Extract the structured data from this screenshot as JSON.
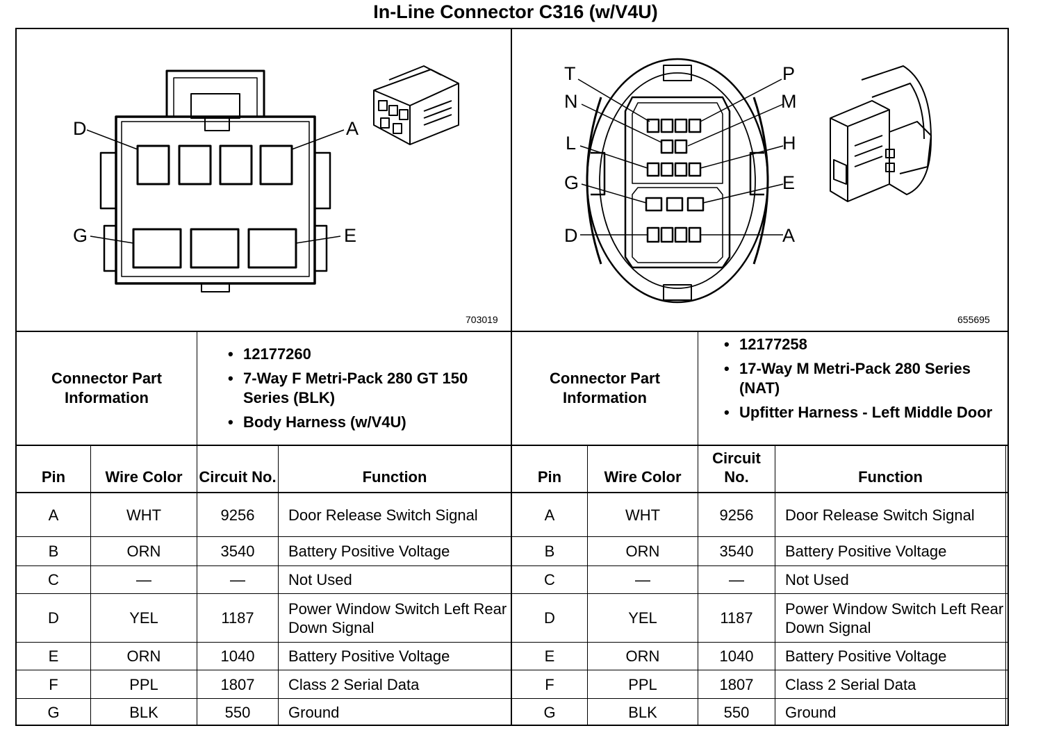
{
  "title": "In-Line Connector C316 (w/V4U)",
  "left_view": {
    "image_number": "703019",
    "pin_labels": {
      "D": "D",
      "A": "A",
      "G": "G",
      "E": "E"
    }
  },
  "right_view": {
    "image_number": "655695",
    "pin_labels": {
      "T": "T",
      "P": "P",
      "N": "N",
      "M": "M",
      "L": "L",
      "H": "H",
      "G": "G",
      "E": "E",
      "D": "D",
      "A": "A"
    }
  },
  "left_info": {
    "label": "Connector Part Information",
    "items": [
      "12177260",
      "7-Way F Metri-Pack 280 GT 150 Series (BLK)",
      "Body Harness (w/V4U)"
    ]
  },
  "right_info": {
    "label": "Connector Part Information",
    "items": [
      "12177258",
      "17-Way M Metri-Pack 280 Series (NAT)",
      "Upfitter Harness - Left Middle Door"
    ]
  },
  "left_headers": {
    "pin": "Pin",
    "wire_color": "Wire Color",
    "circuit": "Circuit No.",
    "function": "Function"
  },
  "right_headers": {
    "pin": "Pin",
    "wire_color": "Wire Color",
    "circuit": "Circuit No.",
    "function": "Function"
  },
  "rows": [
    {
      "pin": "A",
      "color": "WHT",
      "circuit": "9256",
      "function": "Door Release Switch Signal"
    },
    {
      "pin": "B",
      "color": "ORN",
      "circuit": "3540",
      "function": "Battery Positive Voltage"
    },
    {
      "pin": "C",
      "color": "—",
      "circuit": "—",
      "function": "Not Used"
    },
    {
      "pin": "D",
      "color": "YEL",
      "circuit": "1187",
      "function": "Power Window Switch Left Rear Down Signal"
    },
    {
      "pin": "E",
      "color": "ORN",
      "circuit": "1040",
      "function": "Battery Positive Voltage"
    },
    {
      "pin": "F",
      "color": "PPL",
      "circuit": "1807",
      "function": "Class 2 Serial Data"
    },
    {
      "pin": "G",
      "color": "BLK",
      "circuit": "550",
      "function": "Ground"
    }
  ]
}
